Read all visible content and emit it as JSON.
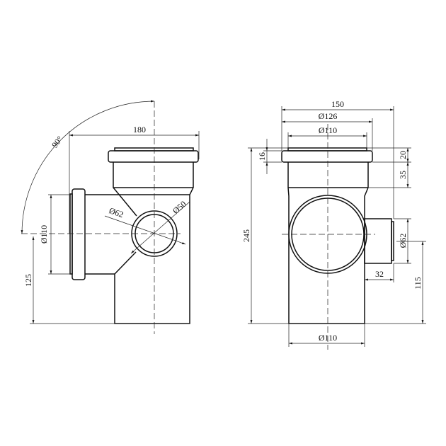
{
  "drawing": {
    "left_view": {
      "dims": {
        "width": "180",
        "angle": "90°",
        "side_diameter": "Ø110",
        "side_height": "125",
        "branch_outer": "Ø62",
        "branch_inner": "Ø50"
      }
    },
    "right_view": {
      "dims": {
        "overall_width": "150",
        "socket_outer": "Ø126",
        "socket_inner": "Ø110",
        "flange": "16",
        "top_20": "20",
        "top_35": "35",
        "height": "245",
        "branch_diameter": "Ø62",
        "branch_length": "32",
        "branch_height": "115",
        "bottom_diameter": "Ø110"
      }
    },
    "colors": {
      "line": "#111111",
      "background": "#ffffff"
    }
  }
}
